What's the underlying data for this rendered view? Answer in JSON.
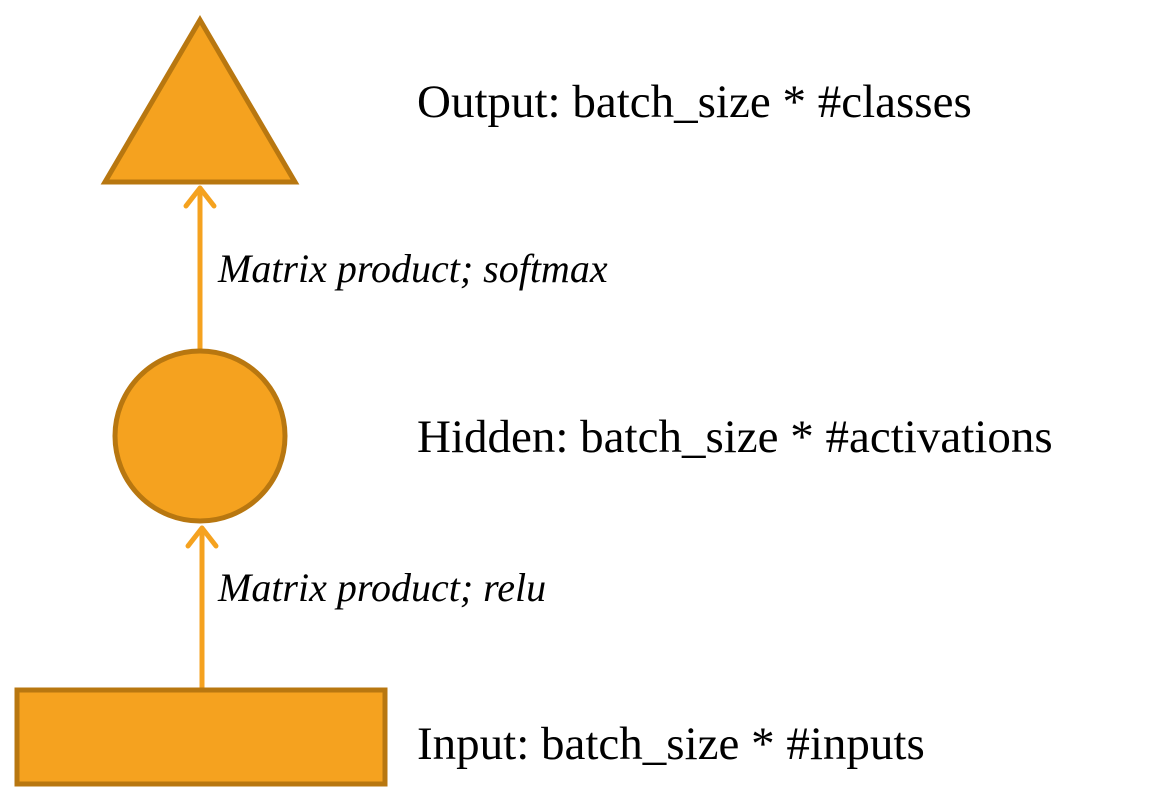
{
  "colors": {
    "shape_fill": "#F5A21F",
    "shape_stroke": "#B87710",
    "arrow": "#F5A21F",
    "text": "#000000",
    "background": "#FFFFFF"
  },
  "layers": {
    "output": {
      "shape": "triangle",
      "label": "Output: batch_size * #classes"
    },
    "hidden": {
      "shape": "circle",
      "label": "Hidden: batch_size * #activations"
    },
    "input": {
      "shape": "rectangle",
      "label": "Input: batch_size * #inputs"
    }
  },
  "edges": {
    "hidden_to_output": {
      "label": "Matrix product; softmax"
    },
    "input_to_hidden": {
      "label": "Matrix product; relu"
    }
  }
}
